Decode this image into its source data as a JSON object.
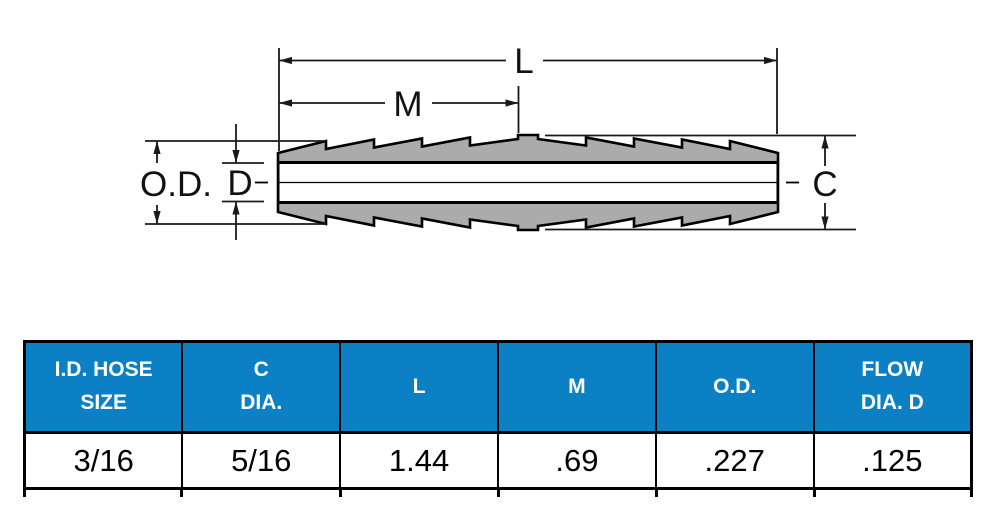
{
  "diagram": {
    "labels": {
      "overall_length": "L",
      "barb_length": "M",
      "outer_diameter": "O.D.",
      "flow_diameter": "D",
      "barb_diameter": "C"
    },
    "colors": {
      "body_fill": "#ABABAB",
      "outline": "#000000",
      "dimension_line": "#1A1A1A"
    }
  },
  "table": {
    "header_bg": "#0C80C5",
    "header_text_color": "#FFFFFF",
    "headers": [
      [
        "I.D. HOSE",
        "SIZE"
      ],
      [
        "C",
        "DIA."
      ],
      [
        "L"
      ],
      [
        "M"
      ],
      [
        "O.D."
      ],
      [
        "FLOW",
        "DIA. D"
      ]
    ],
    "values": [
      "3/16",
      "5/16",
      "1.44",
      ".69",
      ".227",
      ".125"
    ]
  }
}
